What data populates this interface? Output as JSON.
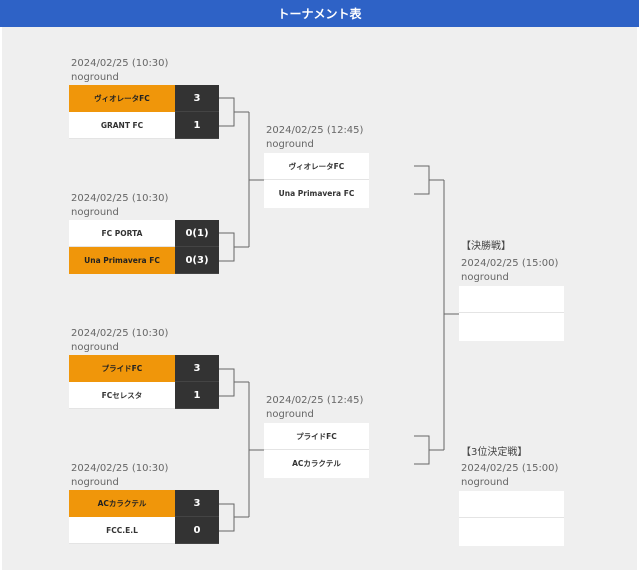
{
  "header": {
    "title": "トーナメント表"
  },
  "round1": [
    {
      "date": "2024/02/25 (10:30)",
      "ground": "noground",
      "teams": [
        {
          "name": "ヴィオレータFC",
          "score": "3",
          "win": true
        },
        {
          "name": "GRANT FC",
          "score": "1",
          "win": false
        }
      ]
    },
    {
      "date": "2024/02/25 (10:30)",
      "ground": "noground",
      "teams": [
        {
          "name": "FC PORTA",
          "score": "0(1)",
          "win": false
        },
        {
          "name": "Una Primavera FC",
          "score": "0(3)",
          "win": true
        }
      ]
    },
    {
      "date": "2024/02/25 (10:30)",
      "ground": "noground",
      "teams": [
        {
          "name": "プライドFC",
          "score": "3",
          "win": true
        },
        {
          "name": "FCセレスタ",
          "score": "1",
          "win": false
        }
      ]
    },
    {
      "date": "2024/02/25 (10:30)",
      "ground": "noground",
      "teams": [
        {
          "name": "ACカラクテル",
          "score": "3",
          "win": true
        },
        {
          "name": "FCC.E.L",
          "score": "0",
          "win": false
        }
      ]
    }
  ],
  "semifinals": [
    {
      "date": "2024/02/25 (12:45)",
      "ground": "noground",
      "teams": [
        "ヴィオレータFC",
        "Una Primavera FC"
      ]
    },
    {
      "date": "2024/02/25 (12:45)",
      "ground": "noground",
      "teams": [
        "プライドFC",
        "ACカラクテル"
      ]
    }
  ],
  "final": {
    "title": "【決勝戦】",
    "date": "2024/02/25 (15:00)",
    "ground": "noground",
    "teams": [
      "",
      ""
    ]
  },
  "third_place": {
    "title": "【3位決定戦】",
    "date": "2024/02/25 (15:00)",
    "ground": "noground",
    "teams": [
      "",
      ""
    ]
  },
  "colors": {
    "header": "#2e62c6",
    "winner": "#f0960a",
    "score_bg": "#333333",
    "panel": "#efefef"
  }
}
